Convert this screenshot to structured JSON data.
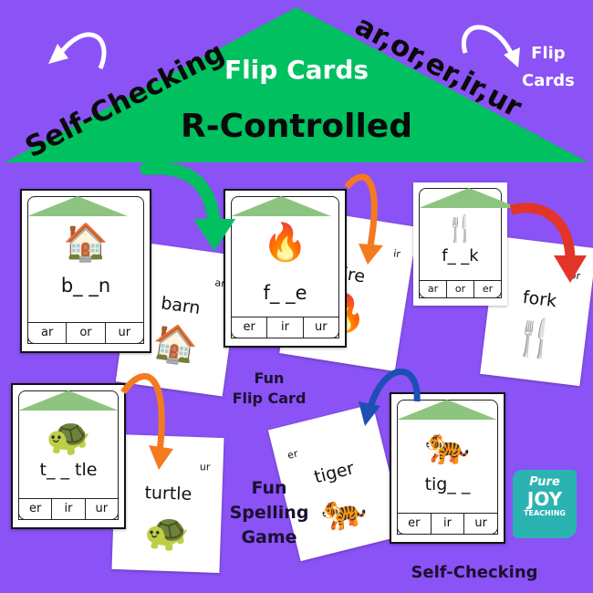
{
  "header": {
    "left_curved": "Self-Checking",
    "center_top": "Flip Cards",
    "center_main": "R-Controlled",
    "right_curved": "ar,or,er,ir,ur",
    "corner_line1": "Flip",
    "corner_line2": "Cards"
  },
  "colors": {
    "background": "#8b52f6",
    "triangle": "#00c060",
    "roof": "#8dc47f"
  },
  "cards": [
    {
      "front_word": "b_ _n",
      "options": [
        "ar",
        "or",
        "ur"
      ],
      "back_tag": "ar",
      "back_word": "barn",
      "icon": "barn-icon"
    },
    {
      "front_word": "f_ _e",
      "options": [
        "er",
        "ir",
        "ur"
      ],
      "back_tag": "ir",
      "back_word": "fire",
      "icon": "fire-icon"
    },
    {
      "front_word": "f_ _k",
      "options": [
        "ar",
        "or",
        "er"
      ],
      "back_tag": "or",
      "back_word": "fork",
      "icon": "fork-icon"
    },
    {
      "front_word": "t_ _ tle",
      "options": [
        "er",
        "ir",
        "ur"
      ],
      "back_tag": "ur",
      "back_word": "turtle",
      "icon": "turtle-icon"
    },
    {
      "front_word": "tig_ _",
      "options": [
        "er",
        "ir",
        "ur"
      ],
      "back_tag": "er",
      "back_word": "tiger",
      "icon": "tiger-icon"
    }
  ],
  "labels": {
    "fun_flip_1": "Fun",
    "fun_flip_2": "Flip Card",
    "game_1": "Fun",
    "game_2": "Spelling",
    "game_3": "Game",
    "self_checking": "Self-Checking"
  },
  "logo": {
    "line1": "Pure",
    "line2": "JOY",
    "line3": "TEACHING"
  }
}
